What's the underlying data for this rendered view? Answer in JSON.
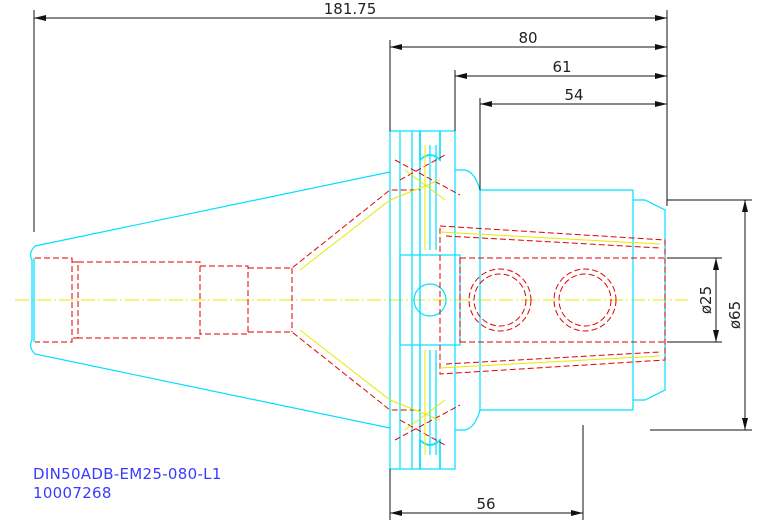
{
  "drawing": {
    "part_number": "DIN50ADB-EM25-080-L1",
    "article_number": "10007268",
    "dimensions": {
      "overall_length": "181.75",
      "flange_to_end": "80",
      "body_length": "61",
      "bore_depth": "54",
      "bottom_length": "56",
      "bore_diameter": "ø25",
      "body_diameter": "ø65"
    },
    "colors": {
      "outline": "#00e0ff",
      "hidden": "#e00000",
      "centerline": "#e8e800",
      "dimension": "#111111",
      "label": "#3a3aff"
    }
  }
}
